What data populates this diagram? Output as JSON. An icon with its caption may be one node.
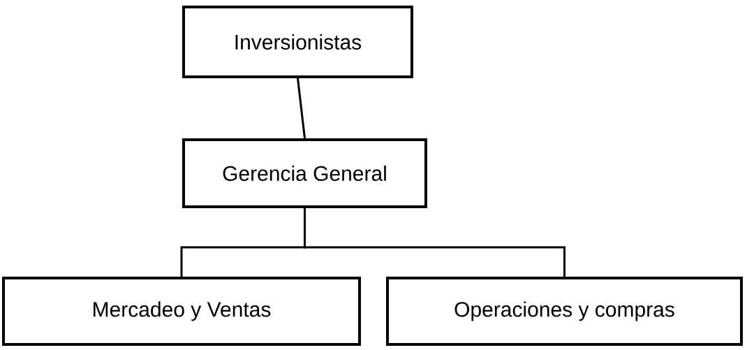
{
  "diagram": {
    "nodes": [
      {
        "text": [
          "Inversionistas"
        ]
      },
      {
        "text": [
          "Gerencia General"
        ]
      },
      {
        "text": [
          "Mercadeo y Ventas"
        ]
      },
      {
        "text": [
          "Operaciones y compras"
        ]
      }
    ],
    "edges": [
      {
        "from": 0,
        "to": 1,
        "arrow": "none"
      },
      {
        "from": 1,
        "to": 2,
        "arrow": "none"
      },
      {
        "from": 1,
        "to": 3,
        "arrow": "none"
      }
    ]
  }
}
